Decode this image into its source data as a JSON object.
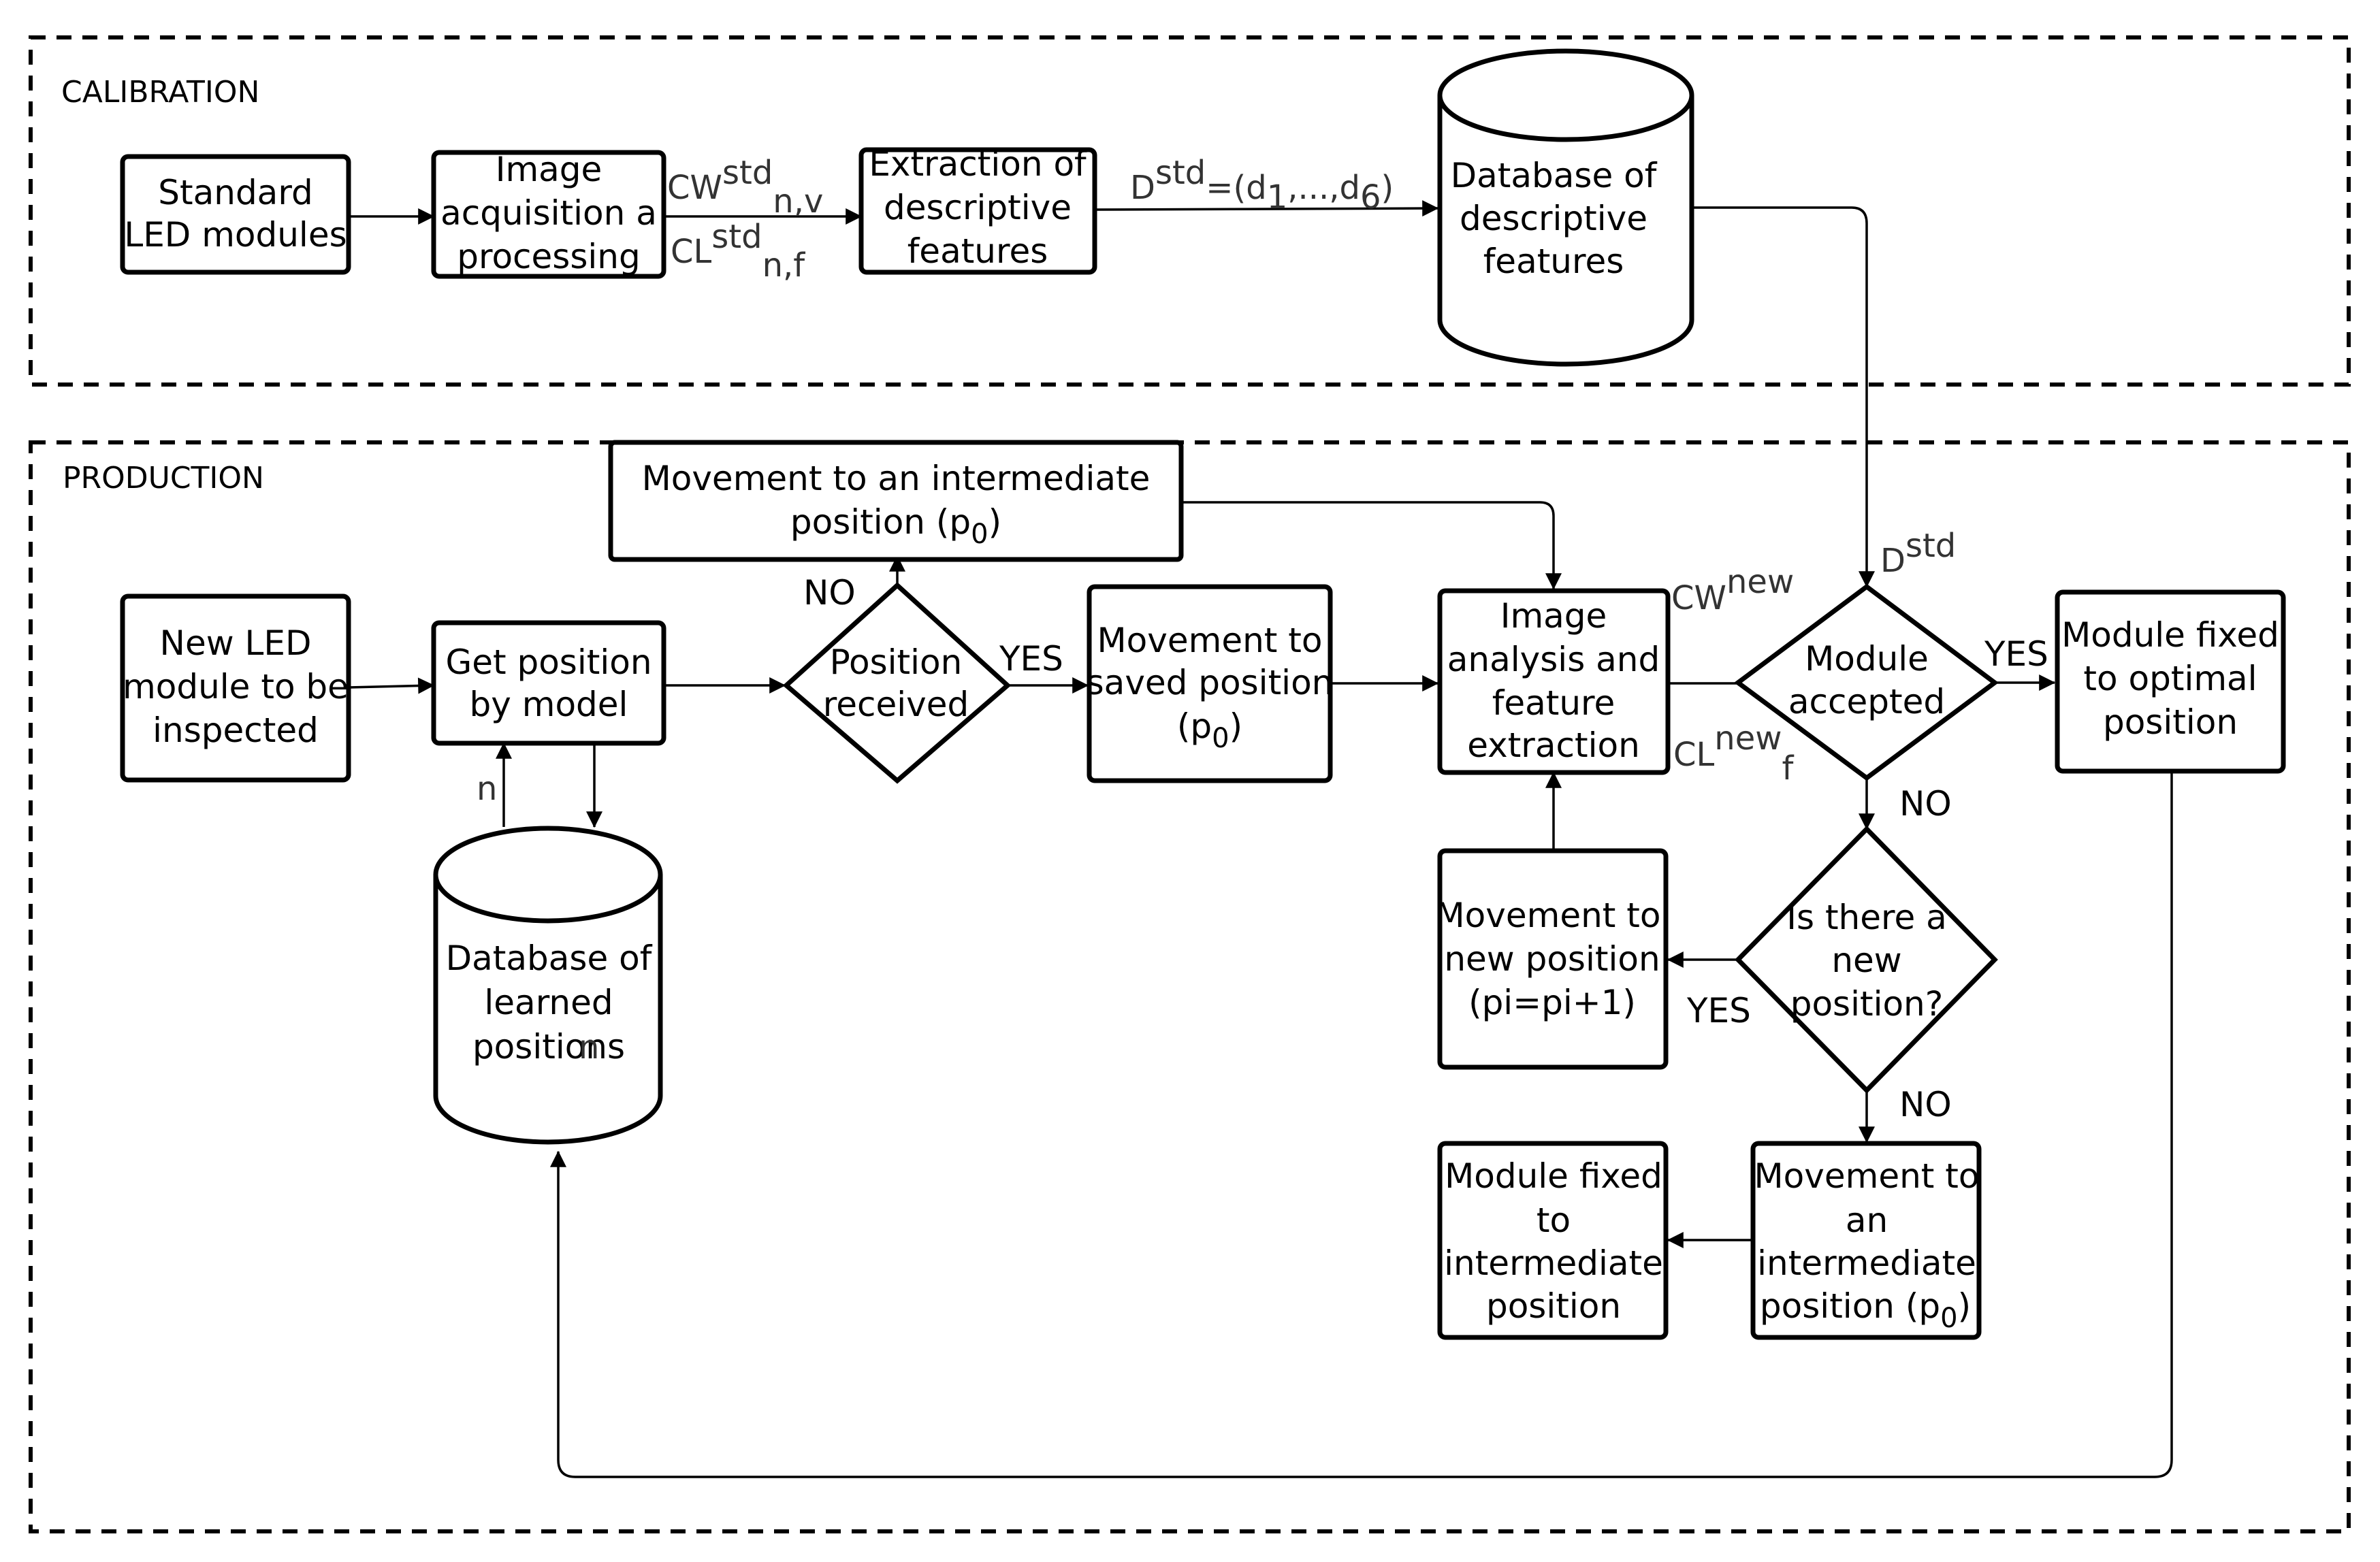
{
  "sections": {
    "calibration": "CALIBRATION",
    "production": "PRODUCTION"
  },
  "nodes": {
    "standard_led": [
      "Standard",
      "LED modules"
    ],
    "image_acq": [
      "Image",
      "acquisition a",
      "processing"
    ],
    "extraction": [
      "Extraction of",
      "descriptive",
      "features"
    ],
    "db_features": [
      "Database of",
      "descriptive",
      "features"
    ],
    "new_led": [
      "New LED",
      "module to be",
      "inspected"
    ],
    "get_position": [
      "Get position",
      "by model"
    ],
    "db_learned": [
      "Database of",
      "learned",
      "positions"
    ],
    "db_learned_n": "n",
    "position_received": [
      "Position",
      "received"
    ],
    "move_intermediate_top": [
      "Movement to an intermediate",
      "position (p",
      "0",
      ")"
    ],
    "move_saved": [
      "Movement to",
      "saved position",
      "(p",
      "0",
      ")"
    ],
    "image_analysis": [
      "Image",
      "analysis and",
      "feature",
      "extraction"
    ],
    "module_accepted": [
      "Module",
      "accepted"
    ],
    "fixed_optimal": [
      "Module fixed",
      "to optimal",
      "position"
    ],
    "new_position_q": [
      "Is there a",
      "new",
      "position?"
    ],
    "move_new": [
      "Movement to",
      "new position",
      "(pi=pi+1)"
    ],
    "move_intermediate": [
      "Movement to",
      "an",
      "intermediate",
      "position (p",
      "0",
      ")"
    ],
    "fixed_intermediate": [
      "Module fixed",
      "to",
      "intermediate",
      "position"
    ]
  },
  "edge_labels": {
    "cw_std": [
      "CW",
      "std",
      "n,v"
    ],
    "cl_std": [
      "CL",
      "std",
      "n,f"
    ],
    "d_std_eq": [
      "D",
      "std",
      "=(d",
      "1",
      ",...,d",
      "6",
      ")"
    ],
    "d_std": [
      "D",
      "std"
    ],
    "cw_new": [
      "CW",
      "new"
    ],
    "cl_new": [
      "CL",
      "new",
      "f"
    ],
    "n": "n",
    "no_1": "NO",
    "yes_1": "YES",
    "yes_2": "YES",
    "no_2": "NO",
    "yes_3": "YES",
    "no_3": "NO"
  }
}
